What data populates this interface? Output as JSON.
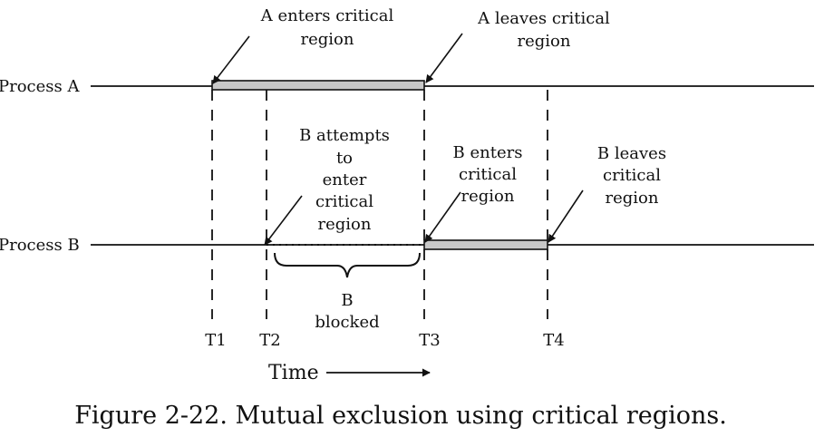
{
  "process_a_label": "Process A",
  "process_b_label": "Process B",
  "events": {
    "a_enters": [
      "A enters critical",
      "region"
    ],
    "a_leaves": [
      "A leaves critical",
      "region"
    ],
    "b_attempts": [
      "B attempts",
      "to",
      "enter",
      "critical",
      "region"
    ],
    "b_enters": [
      "B enters",
      "critical",
      "region"
    ],
    "b_leaves": [
      "B leaves",
      "critical",
      "region"
    ],
    "b_blocked": [
      "B",
      "blocked"
    ]
  },
  "ticks": [
    "T1",
    "T2",
    "T3",
    "T4"
  ],
  "time_label": "Time",
  "caption": "Figure 2-22. Mutual exclusion using critical regions.",
  "colors": {
    "critical_bar": "#c8c8c8",
    "line": "#111111"
  }
}
